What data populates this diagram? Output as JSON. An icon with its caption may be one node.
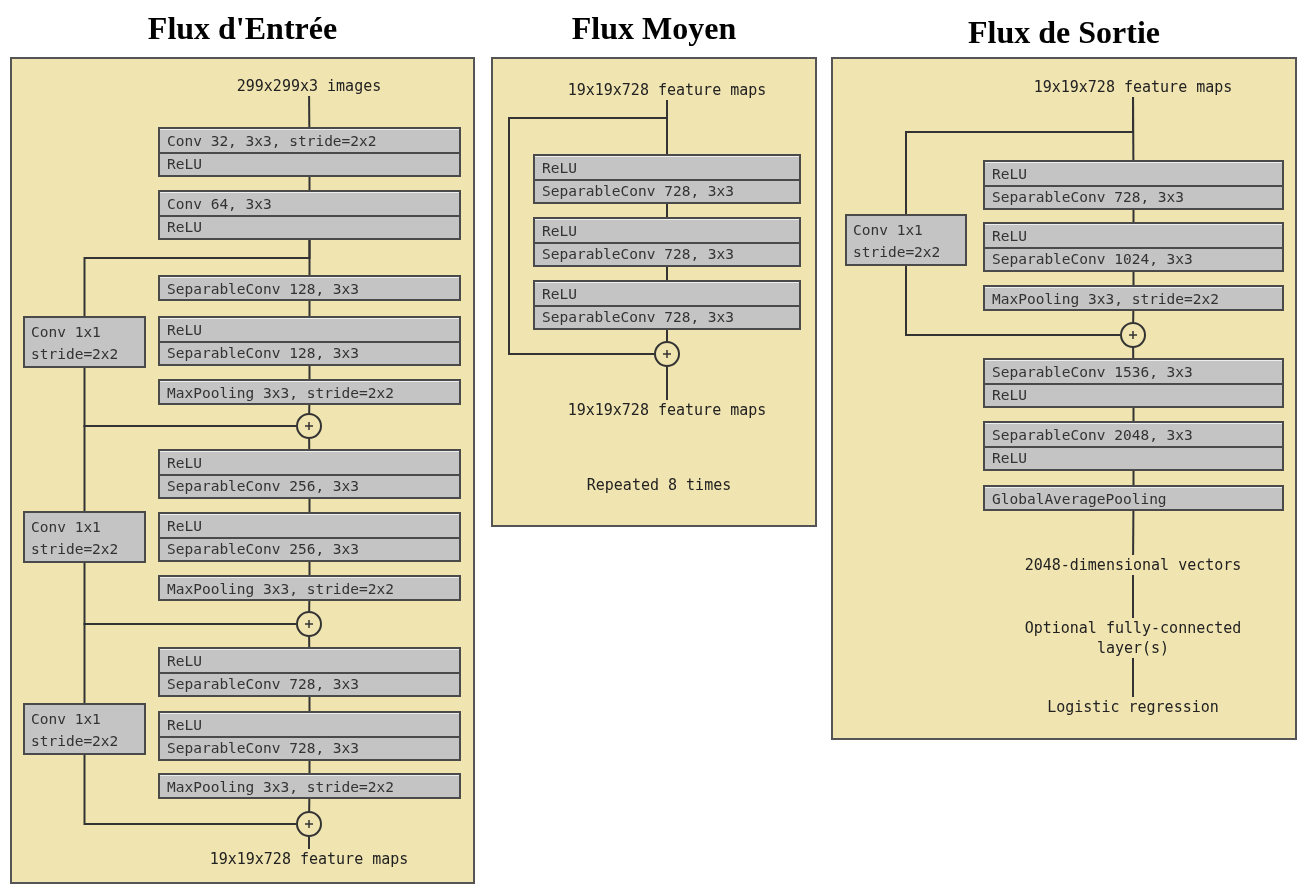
{
  "diagram": {
    "nodes": [
      {
        "text": [
          "Flux d'Entrée"
        ]
      },
      {
        "text": [
          "Flux Moyen"
        ]
      },
      {
        "text": [
          "Flux de Sortie"
        ]
      },
      {
        "text": [
          "299x299x3 images"
        ],
        "in": 0
      },
      {
        "text": [
          "Conv 32, 3x3, stride=2x2",
          "ReLU"
        ],
        "in": 0
      },
      {
        "text": [
          "Conv 64, 3x3",
          "ReLU"
        ],
        "in": 0
      },
      {
        "text": [
          "SeparableConv 128, 3x3"
        ],
        "in": 0
      },
      {
        "text": [
          "ReLU",
          "SeparableConv 128, 3x3"
        ],
        "in": 0
      },
      {
        "text": [
          "MaxPooling 3x3, stride=2x2"
        ],
        "in": 0
      },
      {
        "text": [],
        "shape": "circle",
        "in": 0
      },
      {
        "text": [
          "Conv 1x1 stride=2x2"
        ],
        "in": 0
      },
      {
        "text": [
          "ReLU",
          "SeparableConv 256, 3x3"
        ],
        "in": 0
      },
      {
        "text": [
          "ReLU",
          "SeparableConv 256, 3x3"
        ],
        "in": 0
      },
      {
        "text": [
          "MaxPooling 3x3, stride=2x2"
        ],
        "in": 0
      },
      {
        "text": [],
        "shape": "circle",
        "in": 0
      },
      {
        "text": [
          "Conv 1x1 stride=2x2"
        ],
        "in": 0
      },
      {
        "text": [
          "ReLU",
          "SeparableConv 728, 3x3"
        ],
        "in": 0
      },
      {
        "text": [
          "ReLU",
          "SeparableConv 728, 3x3"
        ],
        "in": 0
      },
      {
        "text": [
          "MaxPooling 3x3, stride=2x2"
        ],
        "in": 0
      },
      {
        "text": [],
        "shape": "circle",
        "in": 0
      },
      {
        "text": [
          "Conv 1x1 stride=2x2"
        ],
        "in": 0
      },
      {
        "text": [
          "19x19x728 feature maps"
        ],
        "in": 0
      },
      {
        "text": [
          "19x19x728 feature maps"
        ],
        "in": 1
      },
      {
        "text": [
          "ReLU",
          "SeparableConv 728, 3x3"
        ],
        "in": 1
      },
      {
        "text": [
          "ReLU",
          "SeparableConv 728, 3x3"
        ],
        "in": 1
      },
      {
        "text": [
          "ReLU",
          "SeparableConv 728, 3x3"
        ],
        "in": 1
      },
      {
        "text": [],
        "shape": "circle",
        "in": 1
      },
      {
        "text": [
          "19x19x728 feature maps"
        ],
        "in": 1
      },
      {
        "text": [
          "19x19x728 feature maps"
        ],
        "in": 2
      },
      {
        "text": [
          "ReLU",
          "SeparableConv 728, 3x3"
        ],
        "in": 2
      },
      {
        "text": [
          "ReLU",
          "SeparableConv 1024, 3x3"
        ],
        "in": 2
      },
      {
        "text": [
          "MaxPooling 3x3, stride=2x2"
        ],
        "in": 2
      },
      {
        "text": [],
        "shape": "circle",
        "in": 2
      },
      {
        "text": [
          "Conv 1x1 stride=2x2"
        ],
        "in": 2
      },
      {
        "text": [
          "SeparableConv 1536, 3x3",
          "ReLU"
        ],
        "in": 2
      },
      {
        "text": [
          "SeparableConv 2048, 3x3",
          "ReLU"
        ],
        "in": 2
      },
      {
        "text": [
          "GlobalAveragePooling"
        ],
        "in": 2
      },
      {
        "text": [
          "2048-dimensional vectors"
        ],
        "in": 2
      },
      {
        "text": [
          "Optional fully-connected layer(s)"
        ],
        "in": 2
      },
      {
        "text": [
          "Logistic regression"
        ],
        "in": 2
      }
    ],
    "edges": [
      {
        "from": 3,
        "to": 4,
        "arrow": "none"
      },
      {
        "from": 4,
        "to": 5,
        "arrow": "none"
      },
      {
        "from": 5,
        "to": 6,
        "arrow": "none"
      },
      {
        "from": 5,
        "to": 10,
        "arrow": "none"
      },
      {
        "from": 6,
        "to": 7,
        "arrow": "none"
      },
      {
        "from": 7,
        "to": 8,
        "arrow": "none"
      },
      {
        "from": 8,
        "to": 9,
        "arrow": "none"
      },
      {
        "from": 10,
        "to": 9,
        "arrow": "none"
      },
      {
        "from": 9,
        "to": 11,
        "arrow": "none"
      },
      {
        "from": 9,
        "to": 15,
        "arrow": "none"
      },
      {
        "from": 11,
        "to": 12,
        "arrow": "none"
      },
      {
        "from": 12,
        "to": 13,
        "arrow": "none"
      },
      {
        "from": 13,
        "to": 14,
        "arrow": "none"
      },
      {
        "from": 15,
        "to": 14,
        "arrow": "none"
      },
      {
        "from": 14,
        "to": 16,
        "arrow": "none"
      },
      {
        "from": 14,
        "to": 20,
        "arrow": "none"
      },
      {
        "from": 16,
        "to": 17,
        "arrow": "none"
      },
      {
        "from": 17,
        "to": 18,
        "arrow": "none"
      },
      {
        "from": 18,
        "to": 19,
        "arrow": "none"
      },
      {
        "from": 20,
        "to": 19,
        "arrow": "none"
      },
      {
        "from": 19,
        "to": 21,
        "arrow": "none"
      },
      {
        "from": 22,
        "to": 23,
        "arrow": "none"
      },
      {
        "from": 22,
        "to": 26,
        "arrow": "none"
      },
      {
        "from": 23,
        "to": 24,
        "arrow": "none"
      },
      {
        "from": 24,
        "to": 25,
        "arrow": "none"
      },
      {
        "from": 25,
        "to": 26,
        "arrow": "none"
      },
      {
        "from": 26,
        "to": 27,
        "arrow": "none"
      },
      {
        "from": 28,
        "to": 29,
        "arrow": "none"
      },
      {
        "from": 28,
        "to": 33,
        "arrow": "none"
      },
      {
        "from": 29,
        "to": 30,
        "arrow": "none"
      },
      {
        "from": 30,
        "to": 31,
        "arrow": "none"
      },
      {
        "from": 31,
        "to": 32,
        "arrow": "none"
      },
      {
        "from": 33,
        "to": 32,
        "arrow": "none"
      },
      {
        "from": 32,
        "to": 34,
        "arrow": "none"
      },
      {
        "from": 34,
        "to": 35,
        "arrow": "none"
      },
      {
        "from": 35,
        "to": 36,
        "arrow": "none"
      },
      {
        "from": 36,
        "to": 37,
        "arrow": "none"
      },
      {
        "from": 37,
        "to": 38,
        "arrow": "none"
      },
      {
        "from": 38,
        "to": 39,
        "arrow": "none"
      }
    ],
    "labels": [
      "Repeated 8 times"
    ]
  }
}
